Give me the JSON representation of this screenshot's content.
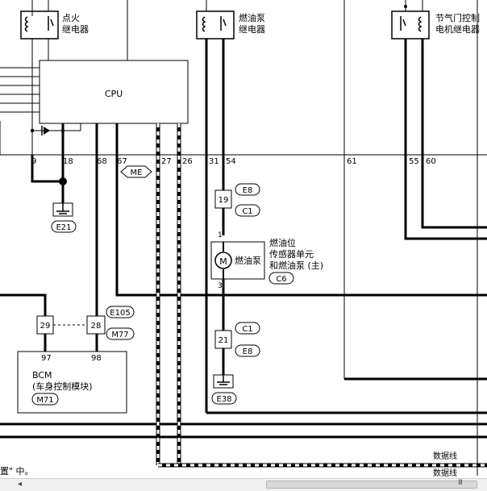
{
  "relays": {
    "ignition": [
      "点火",
      "继电器"
    ],
    "fuel_pump": [
      "燃油泵",
      "继电器"
    ],
    "throttle": [
      "节气门控制",
      "电机继电器"
    ]
  },
  "cpu_label": "CPU",
  "pins": {
    "p9": "9",
    "p18": "18",
    "p68": "68",
    "p67": "67",
    "p27": "27",
    "p26": "26",
    "p31": "31",
    "p54": "54",
    "p61": "61",
    "p55": "55",
    "p60": "60"
  },
  "connectors": {
    "me": "ME",
    "e21": "E21",
    "e8a": "E8",
    "c1a": "C1",
    "c6": "C6",
    "e105": "E105",
    "m77": "M77",
    "m71": "M71",
    "c1b": "C1",
    "e8b": "E8",
    "e38": "E38"
  },
  "blocks": {
    "b19": "19",
    "b29": "29",
    "b28": "28",
    "b21": "21"
  },
  "fuel_unit": {
    "motor": "M",
    "motor_label": "燃油泵",
    "pin_top": "1",
    "pin_bottom": "3",
    "desc": [
      "燃油位",
      "传感器单元",
      "和燃油泵 (主)"
    ]
  },
  "bcm": {
    "line1": "BCM",
    "line2": "(车身控制模块)",
    "pin97": "97",
    "pin98": "98"
  },
  "bus_labels": {
    "data": "数据线",
    "data2": "数据线"
  },
  "caption": "置\" 中。",
  "scrollbar": {
    "left_arrow": "◂",
    "grip": "III"
  }
}
